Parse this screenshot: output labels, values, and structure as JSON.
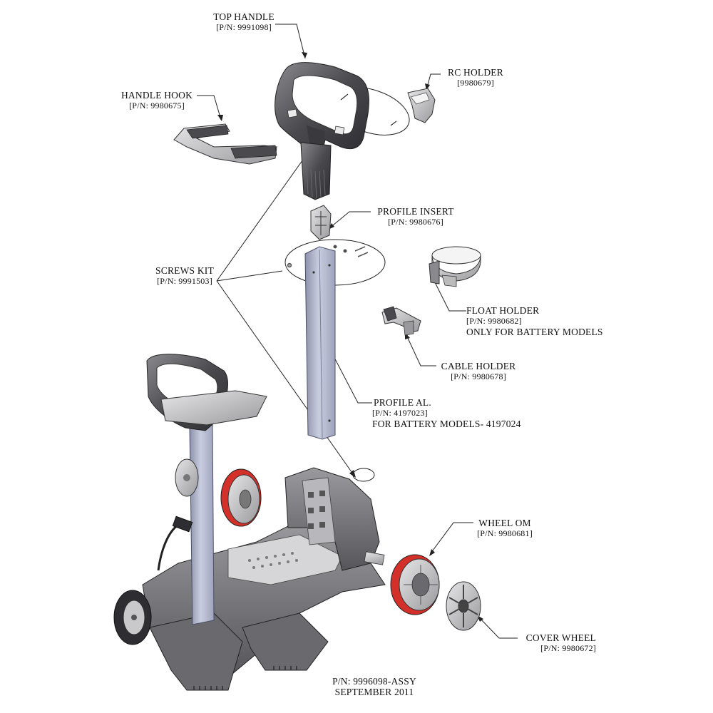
{
  "diagram": {
    "colors": {
      "plastic_dark": "#4a4a4e",
      "plastic_mid": "#8a8a8e",
      "plastic_light": "#c9c9cc",
      "aluminum": "#b9bdd0",
      "aluminum_dark": "#8d92ab",
      "tire_red": "#d3302a",
      "leader_line": "#222222"
    },
    "parts": [
      {
        "id": "top-handle",
        "name": "TOP HANDLE",
        "pn": "[P/N: 9991098]",
        "icon": "top-handle-icon"
      },
      {
        "id": "rc-holder",
        "name": "RC HOLDER",
        "pn": "[9980679]",
        "icon": "rc-holder-icon"
      },
      {
        "id": "handle-hook",
        "name": "HANDLE HOOK",
        "pn": "[P/N: 9980675]",
        "icon": "handle-hook-icon"
      },
      {
        "id": "profile-insert",
        "name": "PROFILE INSERT",
        "pn": "[P/N: 9980676]",
        "icon": "profile-insert-icon"
      },
      {
        "id": "screws-kit",
        "name": "SCREWS KIT",
        "pn": "[P/N: 9991503]",
        "icon": "screw-icon"
      },
      {
        "id": "float-holder",
        "name": "FLOAT HOLDER",
        "pn": "[P/N: 9980682]",
        "note": "ONLY FOR BATTERY MODELS",
        "icon": "float-holder-icon"
      },
      {
        "id": "cable-holder",
        "name": "CABLE HOLDER",
        "pn": "[P/N: 9980678]",
        "icon": "cable-holder-icon"
      },
      {
        "id": "profile-al",
        "name": "PROFILE AL.",
        "pn": "[P/N: 4197023]",
        "note": "FOR BATTERY MODELS- 4197024",
        "icon": "profile-al-icon"
      },
      {
        "id": "wheel-om",
        "name": "WHEEL OM",
        "pn": "[P/N: 9980681]",
        "icon": "wheel-icon"
      },
      {
        "id": "cover-wheel",
        "name": "COVER WHEEL",
        "pn": "[P/N: 9980672]",
        "icon": "cover-wheel-icon"
      }
    ],
    "footer": {
      "assy_pn": "P/N: 9996098-ASSY",
      "date": "SEPTEMBER 2011"
    }
  }
}
